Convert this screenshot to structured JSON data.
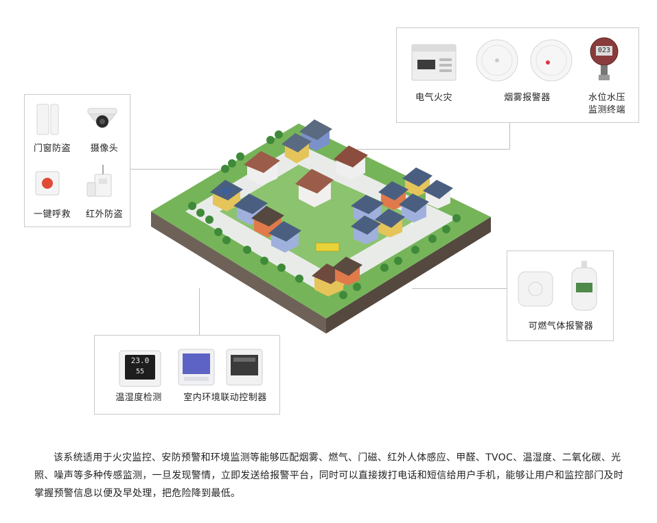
{
  "devices": {
    "door_window": "门窗防盗",
    "camera": "摄像头",
    "panic_button": "一键呼救",
    "infrared": "红外防盗",
    "electric_fire": "电气火灾",
    "smoke_alarm": "烟雾报警器",
    "water_level_line1": "水位水压",
    "water_level_line2": "监测终端",
    "gas_alarm": "可燃气体报警器",
    "temp_humidity": "温湿度检测",
    "env_controller": "室内环境联动控制器"
  },
  "device_screens": {
    "water_gauge": "023",
    "thermo_line1": "23.0",
    "thermo_line2": "55"
  },
  "description": "该系统适用于火灾监控、安防预警和环境监测等能够匹配烟雾、燃气、门磁、红外人体感应、甲醛、TVOC、温湿度、二氧化碳、光照、噪声等多种传感监测，一旦发现警情，立即发送给报警平台，同时可以直接拨打电话和短信给用户手机，能够让用户和监控部门及时掌握预警信息以便及早处理，把危险降到最低。"
}
